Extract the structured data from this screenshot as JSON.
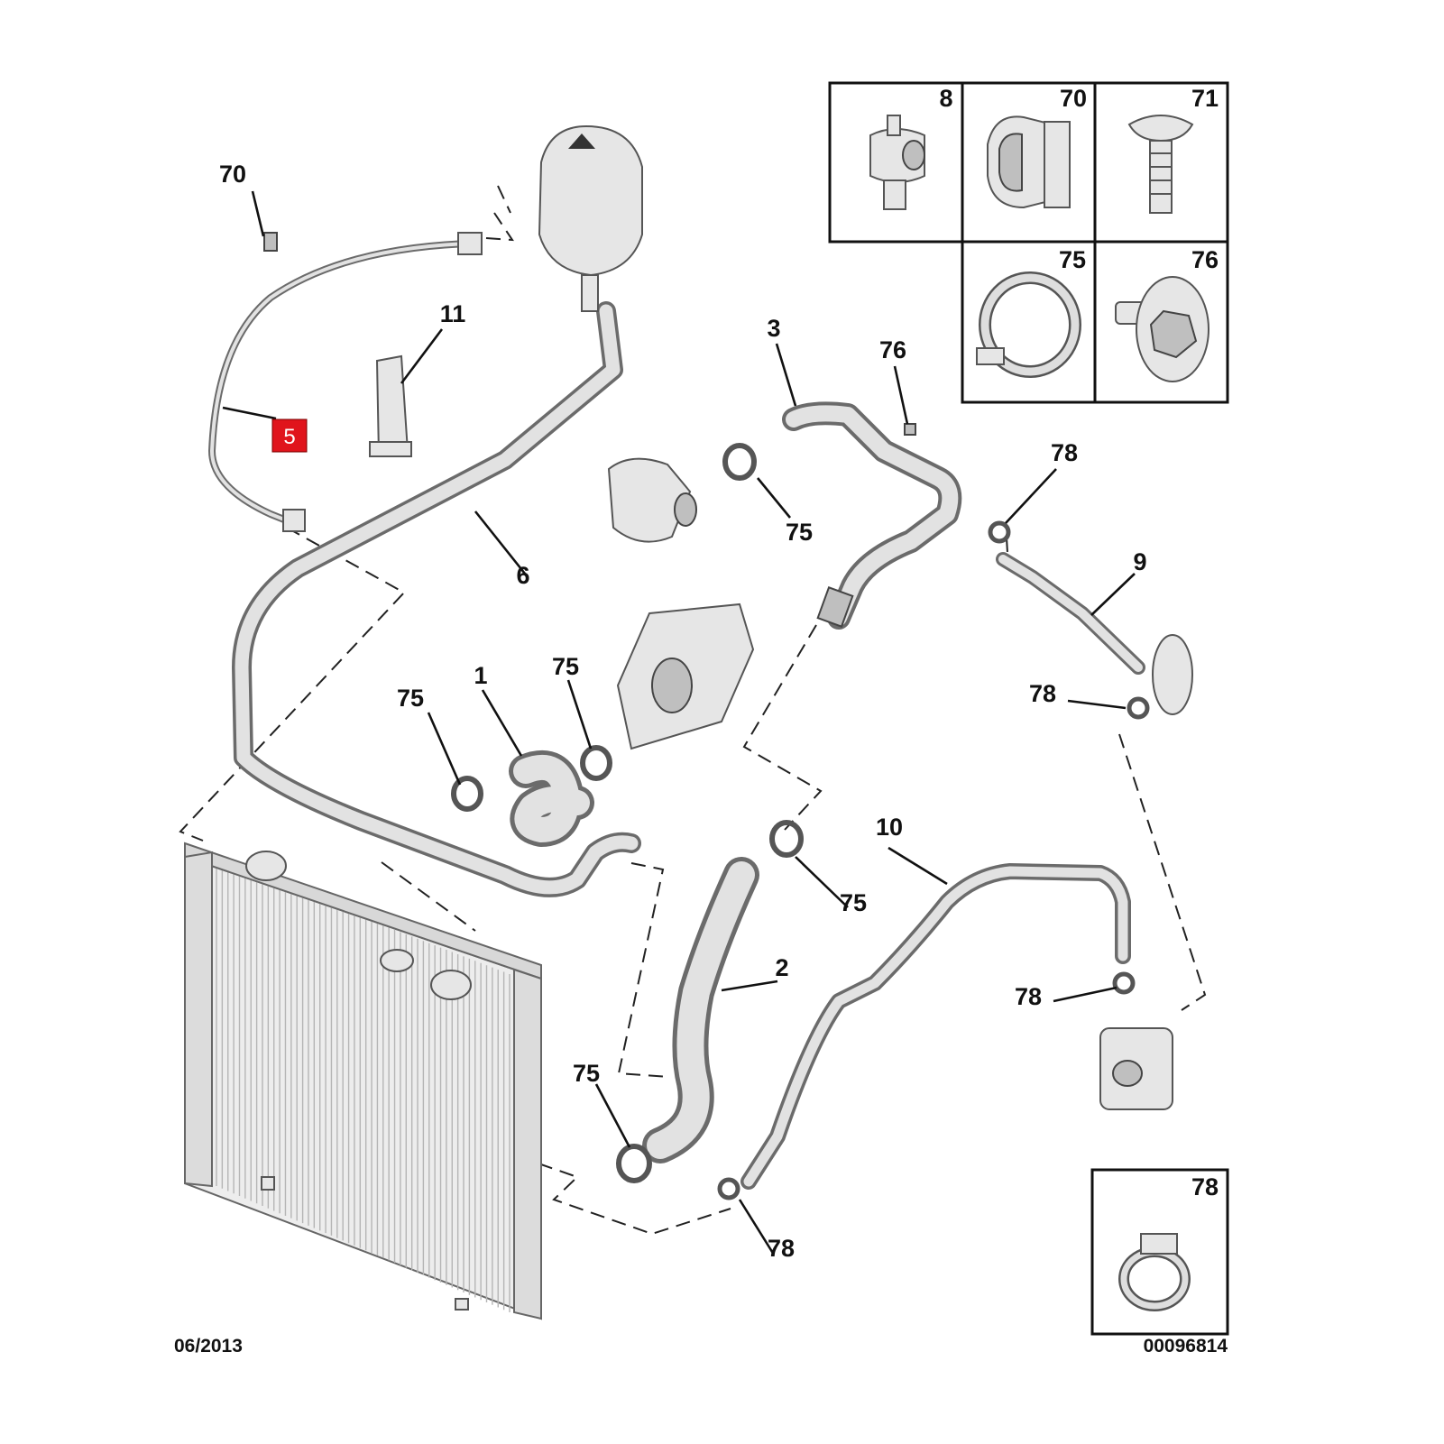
{
  "footer": {
    "date": "06/2013",
    "ref": "00096814"
  },
  "highlight": {
    "label": "5",
    "color": "#e0141c"
  },
  "labels": {
    "p70": "70",
    "p11": "11",
    "p3": "3",
    "p76": "76",
    "p78a": "78",
    "p75a": "75",
    "p6": "6",
    "p9": "9",
    "p1": "1",
    "p75b": "75",
    "p75c": "75",
    "p78b": "78",
    "p10": "10",
    "p75d": "75",
    "p2": "2",
    "p78c": "78",
    "p75e": "75",
    "p78d": "78"
  },
  "insets": {
    "i8": "8",
    "i70": "70",
    "i71": "71",
    "i75": "75",
    "i76": "76",
    "i78": "78"
  }
}
